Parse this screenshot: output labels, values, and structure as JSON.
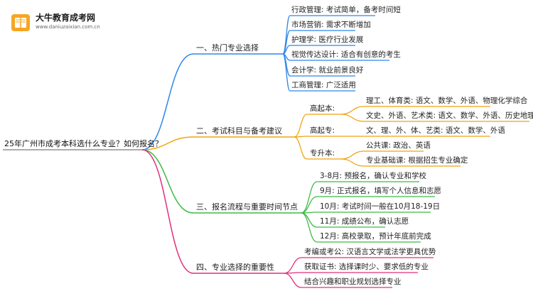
{
  "logo": {
    "name": "大牛教育成考网",
    "url": "www.daniuzaixian.com.cn"
  },
  "root": "25年广州市成考本科选什么专业？如何报名？",
  "colors": {
    "branch1": "#2f86e8",
    "branch2": "#f2a20c",
    "branch3": "#3dbb45",
    "branch4": "#e0307a",
    "root_line": "#7a7a7a"
  },
  "branches": [
    {
      "label": "一、热门专业选择",
      "items": [
        "行政管理: 考试简单，备考时间短",
        "市场营销: 需求不断增加",
        "护理学: 医疗行业发展",
        "视觉传达设计: 适合有创意的考生",
        "会计学: 就业前景良好",
        "工商管理: 广泛适用"
      ]
    },
    {
      "label": "二、考试科目与备考建议",
      "groups": [
        {
          "label": "高起本:",
          "items": [
            "理工、体育类: 语文、数学、外语、物理化学综合",
            "文史、外语、艺术类: 语文、数学、外语、历史地理综合"
          ]
        },
        {
          "label": "高起专:",
          "items": [
            "文、理、外、体、艺类: 语文、数学、外语"
          ]
        },
        {
          "label": "专升本:",
          "items": [
            "公共课: 政治、英语",
            "专业基础课: 根据招生专业确定"
          ]
        }
      ]
    },
    {
      "label": "三、报名流程与重要时间节点",
      "items": [
        "3-8月: 预报名，确认专业和学校",
        "9月: 正式报名，填写个人信息和志愿",
        "10月: 考试时间一般在10月18-19日",
        "11月: 成绩公布，确认志愿",
        "12月: 高校录取，预计年底前完成"
      ]
    },
    {
      "label": "四、专业选择的重要性",
      "items": [
        "考编或考公: 汉语言文学或法学更具优势",
        "获取证书: 选择课时少、要求低的专业",
        "结合兴趣和职业规划选择专业"
      ]
    }
  ]
}
